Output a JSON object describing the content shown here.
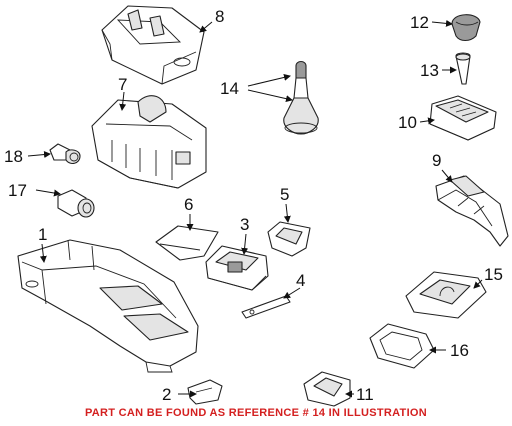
{
  "callouts": {
    "c1": "1",
    "c2": "2",
    "c3": "3",
    "c4": "4",
    "c5": "5",
    "c6": "6",
    "c7": "7",
    "c8": "8",
    "c9": "9",
    "c10": "10",
    "c11": "11",
    "c12": "12",
    "c13": "13",
    "c14": "14",
    "c15": "15",
    "c16": "16",
    "c17": "17",
    "c18": "18"
  },
  "footnote": "PART CAN BE FOUND AS REFERENCE # 14 IN ILLUSTRATION",
  "colors": {
    "footnote": "#d42020",
    "line": "#222222"
  }
}
